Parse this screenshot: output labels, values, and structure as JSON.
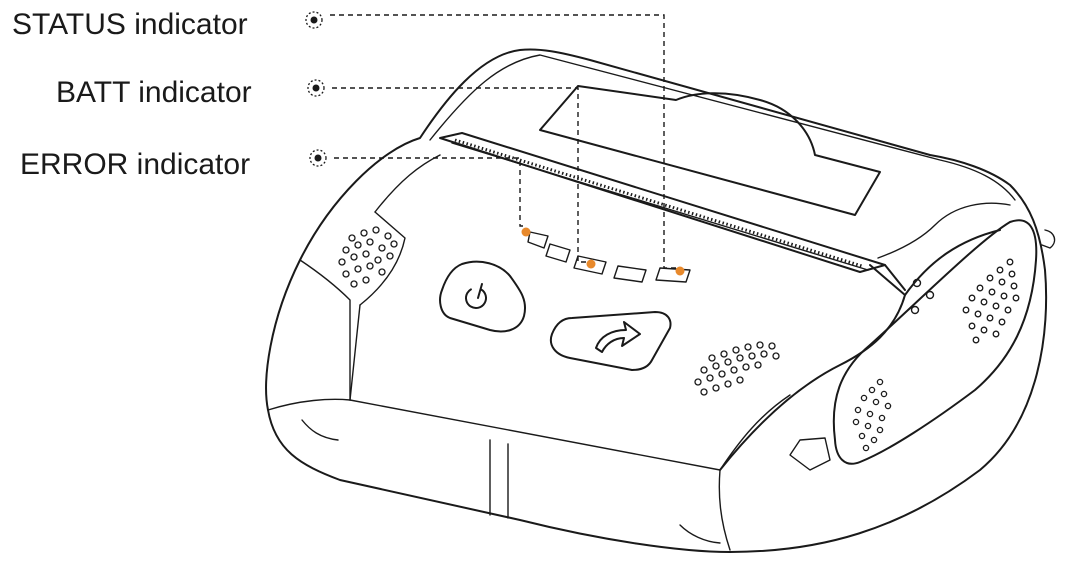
{
  "labels": {
    "status": "STATUS indicator",
    "batt": "BATT indicator",
    "error": "ERROR indicator"
  },
  "colors": {
    "line": "#1a1a1a",
    "led_dot": "#e8892b",
    "background": "#ffffff"
  },
  "icons": {
    "power_button": "power-icon",
    "feed_button": "curved-arrow-icon"
  }
}
